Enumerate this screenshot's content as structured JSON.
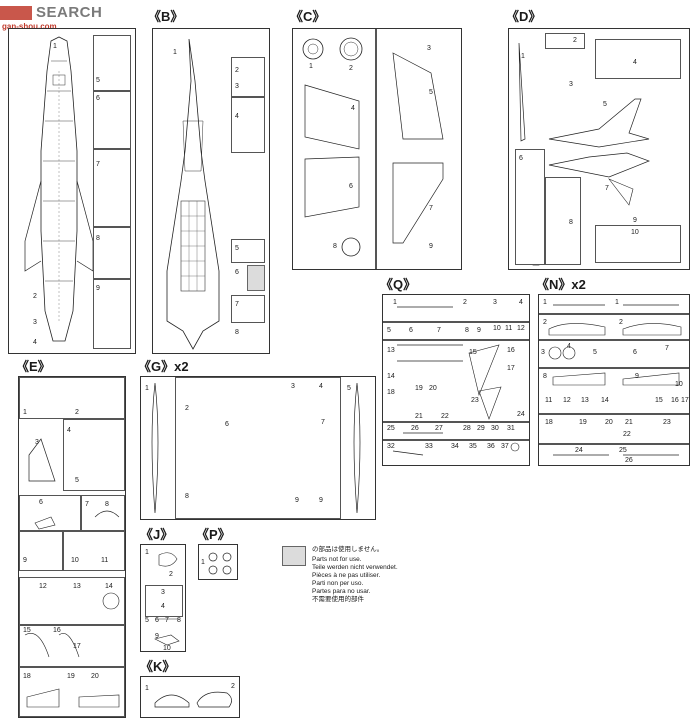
{
  "watermark": {
    "text": "SEARCH",
    "url": "gan-shou.com"
  },
  "headers": [
    "《B》",
    "《C》",
    "《D》",
    "《E》",
    "《G》x2",
    "《Q》",
    "《N》x2",
    "《J》",
    "《P》",
    "《K》"
  ],
  "notice": {
    "lines": [
      "の部品は使用しません。",
      "Parts not for use.",
      "Teile werden nicht verwendet.",
      "Pièces à ne pas utiliser.",
      "Parti non per uso.",
      "Partes para no usar.",
      "不需要使用的部件"
    ]
  },
  "frameA": {
    "nums": [
      "1",
      "5",
      "6",
      "7",
      "8",
      "9",
      "2",
      "3",
      "4"
    ]
  },
  "frameB": {
    "nums": [
      "1",
      "2",
      "3",
      "4",
      "5",
      "6",
      "7",
      "8"
    ]
  },
  "frameC": {
    "nums": [
      "1",
      "2",
      "3",
      "4",
      "5",
      "6",
      "7",
      "8",
      "9"
    ]
  },
  "frameD": {
    "nums": [
      "1",
      "2",
      "3",
      "4",
      "5",
      "6",
      "7",
      "8",
      "9",
      "10"
    ]
  },
  "frameE": {
    "nums": [
      "1",
      "2",
      "3",
      "4",
      "5",
      "6",
      "7",
      "8",
      "9",
      "10",
      "11",
      "12",
      "13",
      "14",
      "15",
      "16",
      "17",
      "18",
      "19",
      "20"
    ]
  },
  "frameG": {
    "nums": [
      "1",
      "2",
      "3",
      "4",
      "5",
      "6",
      "7",
      "8",
      "9",
      "9"
    ]
  },
  "frameQ": {
    "nums": [
      "1",
      "2",
      "3",
      "4",
      "5",
      "6",
      "7",
      "8",
      "9",
      "10",
      "11",
      "12",
      "13",
      "14",
      "15",
      "16",
      "17",
      "18",
      "19",
      "20",
      "21",
      "22",
      "23",
      "24",
      "25",
      "26",
      "27",
      "28",
      "29",
      "30",
      "31",
      "32",
      "33",
      "34",
      "35",
      "36",
      "37"
    ]
  },
  "frameN": {
    "nums": [
      "1",
      "1",
      "2",
      "2",
      "3",
      "4",
      "5",
      "6",
      "7",
      "8",
      "9",
      "10",
      "11",
      "12",
      "13",
      "14",
      "15",
      "16",
      "17",
      "18",
      "19",
      "20",
      "21",
      "22",
      "23",
      "24",
      "25",
      "26"
    ]
  },
  "frameJ": {
    "nums": [
      "1",
      "2",
      "3",
      "4",
      "5",
      "6",
      "7",
      "8",
      "9",
      "10"
    ]
  },
  "frameP": {
    "nums": [
      "1"
    ]
  },
  "frameK": {
    "nums": [
      "1",
      "2"
    ]
  }
}
